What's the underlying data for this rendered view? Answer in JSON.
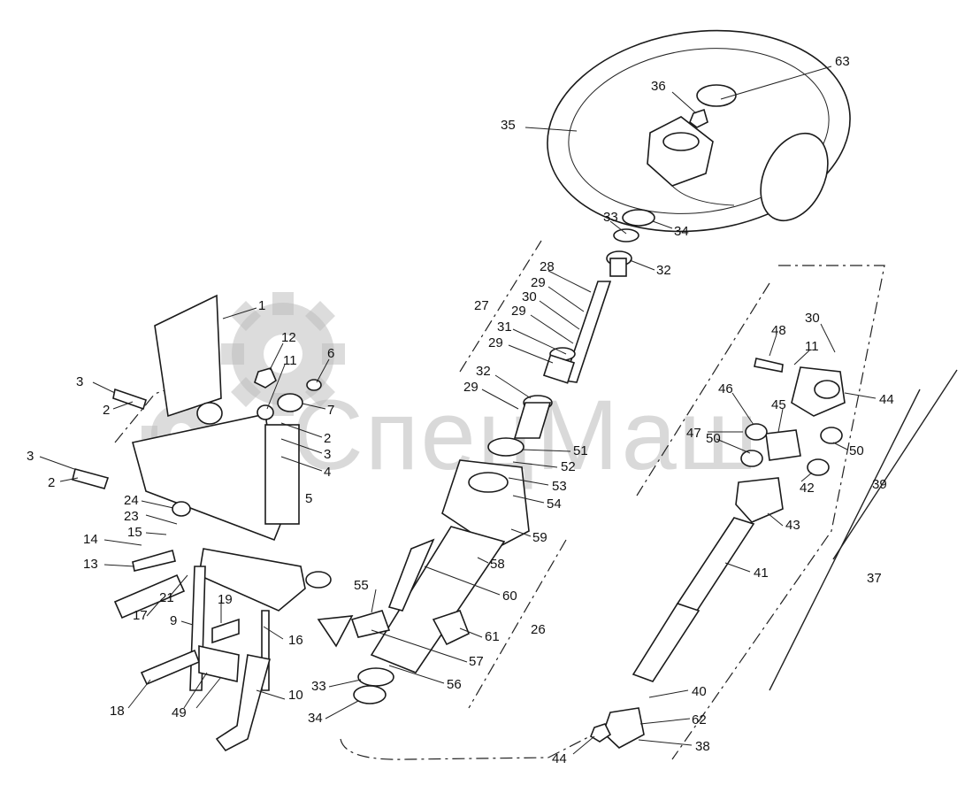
{
  "watermark": {
    "text": "СпецМаш",
    "color": "#b9b9b9"
  },
  "callouts": [
    {
      "id": "c63",
      "text": "63"
    },
    {
      "id": "c36",
      "text": "36"
    },
    {
      "id": "c35",
      "text": "35"
    },
    {
      "id": "c33a",
      "text": "33"
    },
    {
      "id": "c34a",
      "text": "34"
    },
    {
      "id": "c32a",
      "text": "32"
    },
    {
      "id": "c28",
      "text": "28"
    },
    {
      "id": "c29a",
      "text": "29"
    },
    {
      "id": "c27",
      "text": "27"
    },
    {
      "id": "c30a",
      "text": "30"
    },
    {
      "id": "c29b",
      "text": "29"
    },
    {
      "id": "c31",
      "text": "31"
    },
    {
      "id": "c29c",
      "text": "29"
    },
    {
      "id": "c32b",
      "text": "32"
    },
    {
      "id": "c29d",
      "text": "29"
    },
    {
      "id": "c51",
      "text": "51"
    },
    {
      "id": "c52",
      "text": "52"
    },
    {
      "id": "c53",
      "text": "53"
    },
    {
      "id": "c54",
      "text": "54"
    },
    {
      "id": "c59",
      "text": "59"
    },
    {
      "id": "c58",
      "text": "58"
    },
    {
      "id": "c60",
      "text": "60"
    },
    {
      "id": "c55",
      "text": "55"
    },
    {
      "id": "c61",
      "text": "61"
    },
    {
      "id": "c26",
      "text": "26"
    },
    {
      "id": "c57",
      "text": "57"
    },
    {
      "id": "c56",
      "text": "56"
    },
    {
      "id": "c33b",
      "text": "33"
    },
    {
      "id": "c34b",
      "text": "34"
    },
    {
      "id": "c1",
      "text": "1"
    },
    {
      "id": "c12",
      "text": "12"
    },
    {
      "id": "c11a",
      "text": "11"
    },
    {
      "id": "c6",
      "text": "6"
    },
    {
      "id": "c7",
      "text": "7"
    },
    {
      "id": "c2a",
      "text": "2"
    },
    {
      "id": "c3a",
      "text": "3"
    },
    {
      "id": "c4",
      "text": "4"
    },
    {
      "id": "c5",
      "text": "5"
    },
    {
      "id": "c3b",
      "text": "3"
    },
    {
      "id": "c2b",
      "text": "2"
    },
    {
      "id": "c3c",
      "text": "3"
    },
    {
      "id": "c2c",
      "text": "2"
    },
    {
      "id": "c24",
      "text": "24"
    },
    {
      "id": "c23",
      "text": "23"
    },
    {
      "id": "c15",
      "text": "15"
    },
    {
      "id": "c14",
      "text": "14"
    },
    {
      "id": "c13",
      "text": "13"
    },
    {
      "id": "c21",
      "text": "21"
    },
    {
      "id": "c17",
      "text": "17"
    },
    {
      "id": "c19",
      "text": "19"
    },
    {
      "id": "c9",
      "text": "9"
    },
    {
      "id": "c16",
      "text": "16"
    },
    {
      "id": "c18",
      "text": "18"
    },
    {
      "id": "c49",
      "text": "49"
    },
    {
      "id": "c10",
      "text": "10"
    },
    {
      "id": "c48",
      "text": "48"
    },
    {
      "id": "c30b",
      "text": "30"
    },
    {
      "id": "c11b",
      "text": "11"
    },
    {
      "id": "c44a",
      "text": "44"
    },
    {
      "id": "c46",
      "text": "46"
    },
    {
      "id": "c45",
      "text": "45"
    },
    {
      "id": "c47",
      "text": "47"
    },
    {
      "id": "c50a",
      "text": "50"
    },
    {
      "id": "c50b",
      "text": "50"
    },
    {
      "id": "c42",
      "text": "42"
    },
    {
      "id": "c39",
      "text": "39"
    },
    {
      "id": "c43",
      "text": "43"
    },
    {
      "id": "c41",
      "text": "41"
    },
    {
      "id": "c37",
      "text": "37"
    },
    {
      "id": "c40",
      "text": "40"
    },
    {
      "id": "c62",
      "text": "62"
    },
    {
      "id": "c38",
      "text": "38"
    },
    {
      "id": "c44b",
      "text": "44"
    }
  ]
}
